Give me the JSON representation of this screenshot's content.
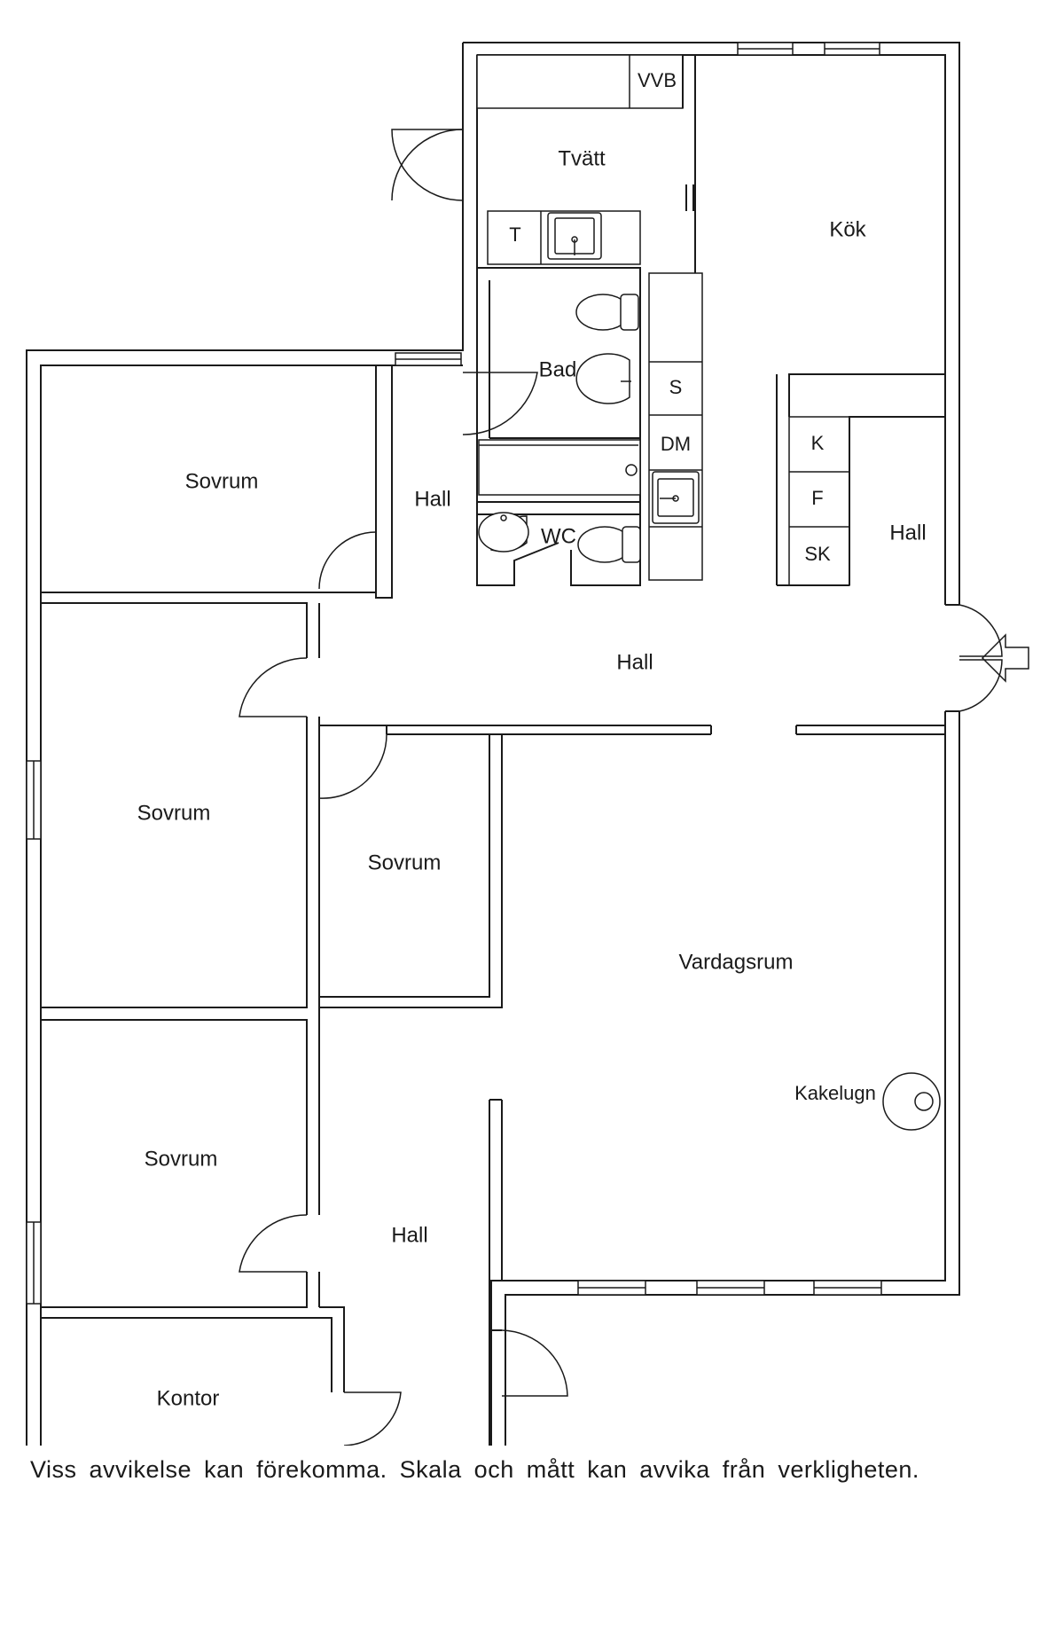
{
  "rooms": {
    "tvatt": "Tvätt",
    "vvb": "VVB",
    "kok": "Kök",
    "bad": "Bad",
    "t": "T",
    "s": "S",
    "dm": "DM",
    "wc": "WC",
    "k": "K",
    "f": "F",
    "sk": "SK",
    "hall_top": "Hall",
    "hall_right": "Hall",
    "hall_center": "Hall",
    "hall_bottom": "Hall",
    "sovrum_1": "Sovrum",
    "sovrum_2": "Sovrum",
    "sovrum_3": "Sovrum",
    "sovrum_4": "Sovrum",
    "vardagsrum": "Vardagsrum",
    "kakelugn": "Kakelugn",
    "kontor": "Kontor"
  },
  "disclaimer": "Viss avvikelse kan förekomma. Skala och mått kan avvika från verkligheten."
}
